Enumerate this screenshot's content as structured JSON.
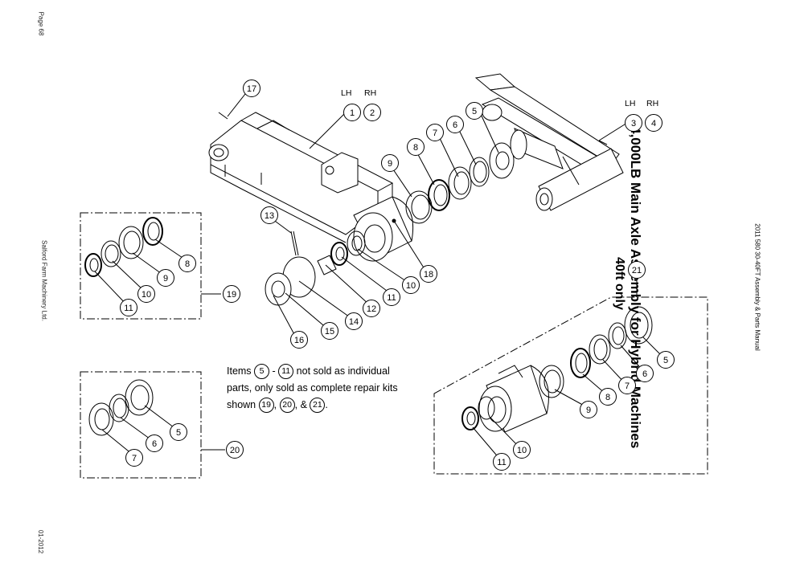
{
  "margin": {
    "page": "Page 68",
    "company": "Salford Farm Machinery Ltd.",
    "date": "01-2012"
  },
  "header": {
    "manual_ref": "2011 580 30-40FT Assembly & Parts Manual",
    "title_line1": "14,000LB Main Axle Assembly for Hybrid Machines",
    "title_line2": "40ft only"
  },
  "side_labels": {
    "lh": "LH",
    "rh": "RH"
  },
  "note": {
    "prefix": "Items",
    "from": "5",
    "dash": "-",
    "to": "11",
    "line1_rest": "not sold as individual",
    "line2": "parts, only sold as complete repair kits",
    "line3_prefix": "shown",
    "kit_a": "19",
    "kit_b": "20",
    "kit_c": "21",
    "amp": "&",
    "end": "."
  },
  "callouts": {
    "main": [
      "17",
      "1",
      "2",
      "3",
      "4",
      "5",
      "6",
      "7",
      "8",
      "9",
      "13",
      "18",
      "10",
      "11",
      "12",
      "14",
      "15",
      "16"
    ],
    "kit19": [
      "19",
      "8",
      "9",
      "10",
      "11"
    ],
    "kit20": [
      "20",
      "5",
      "6",
      "7"
    ],
    "kit21": [
      "21",
      "5",
      "6",
      "7",
      "8",
      "9",
      "10",
      "11"
    ]
  }
}
